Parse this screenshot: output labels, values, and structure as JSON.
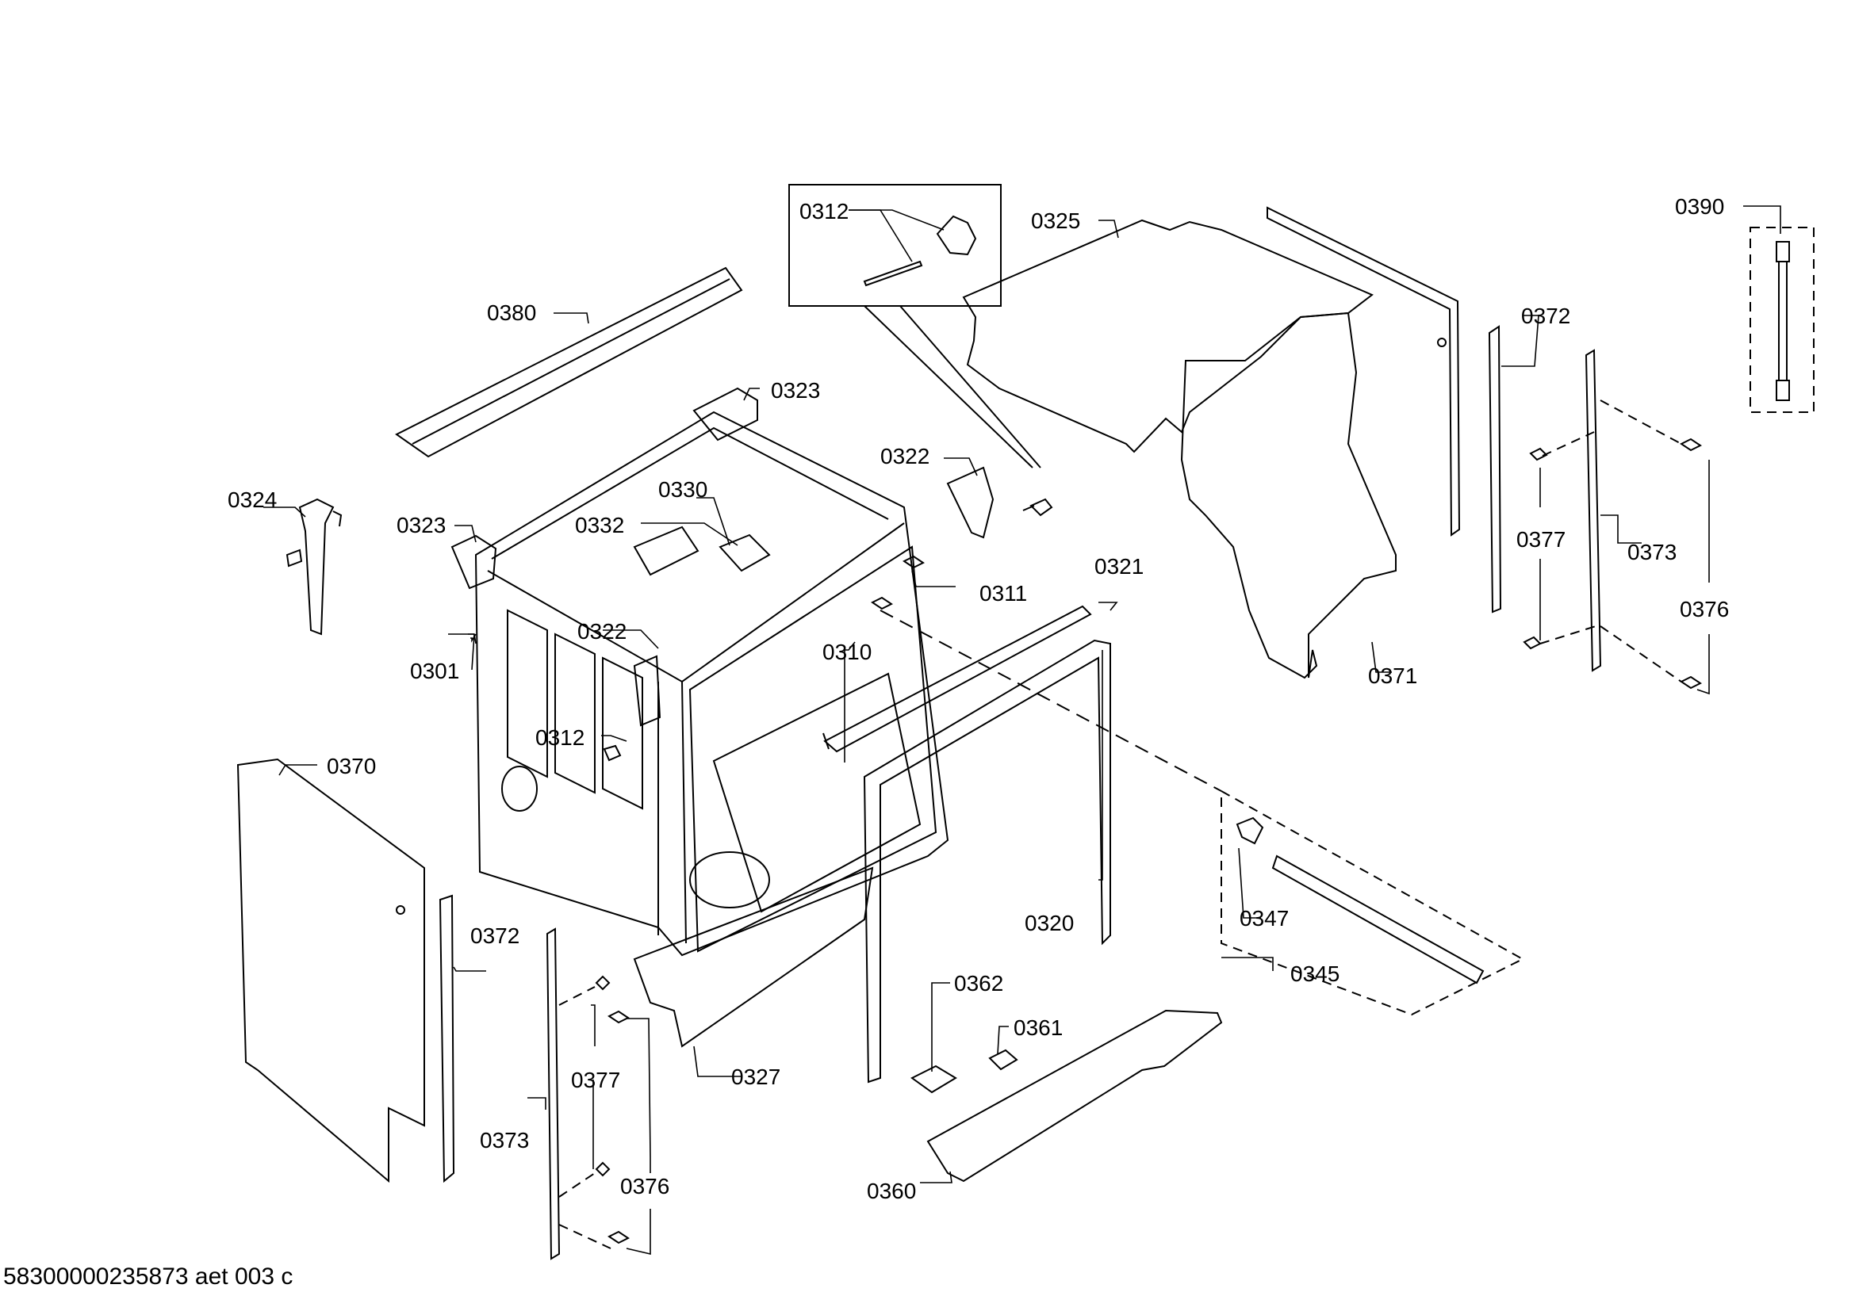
{
  "labels": {
    "l0301": "0301",
    "l0310": "0310",
    "l0311": "0311",
    "l0312a": "0312",
    "l0312b": "0312",
    "l0320": "0320",
    "l0321": "0321",
    "l0322a": "0322",
    "l0322b": "0322",
    "l0323a": "0323",
    "l0323b": "0323",
    "l0324": "0324",
    "l0325": "0325",
    "l0327": "0327",
    "l0330": "0330",
    "l0332": "0332",
    "l0345": "0345",
    "l0347": "0347",
    "l0360": "0360",
    "l0361": "0361",
    "l0362": "0362",
    "l0370": "0370",
    "l0371": "0371",
    "l0372a": "0372",
    "l0372b": "0372",
    "l0373a": "0373",
    "l0373b": "0373",
    "l0376a": "0376",
    "l0376b": "0376",
    "l0377a": "0377",
    "l0377b": "0377",
    "l0380": "0380",
    "l0390": "0390"
  },
  "footer": {
    "code": "58300000235873 aet 003 c"
  }
}
